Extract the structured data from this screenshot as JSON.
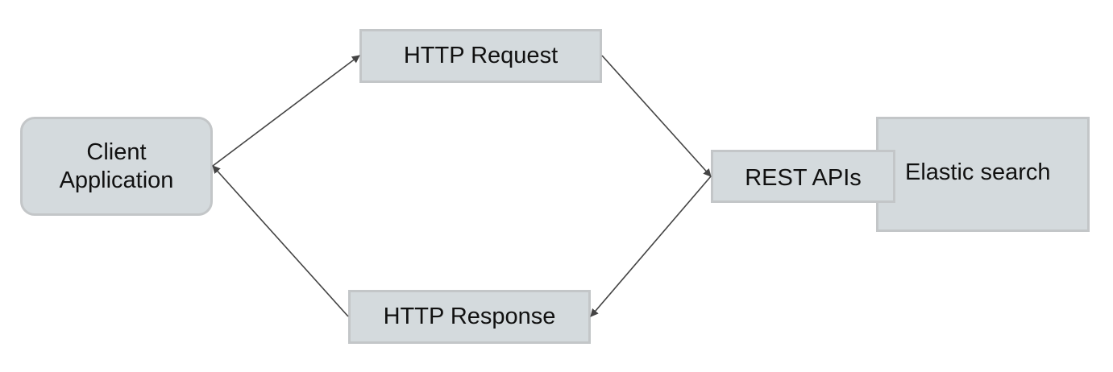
{
  "nodes": {
    "client": {
      "line1": "Client",
      "line2": "Application"
    },
    "request": {
      "label": "HTTP Request"
    },
    "rest": {
      "label": "REST APIs"
    },
    "elastic": {
      "label": "Elastic search"
    },
    "response": {
      "label": "HTTP Response"
    }
  },
  "colors": {
    "node_fill": "#d4dadd",
    "node_border": "#c3c6c8",
    "edge": "#444444",
    "text": "#111111"
  },
  "edges": [
    {
      "from": "client",
      "to": "request"
    },
    {
      "from": "request",
      "to": "rest"
    },
    {
      "from": "rest",
      "to": "response"
    },
    {
      "from": "response",
      "to": "client"
    }
  ]
}
